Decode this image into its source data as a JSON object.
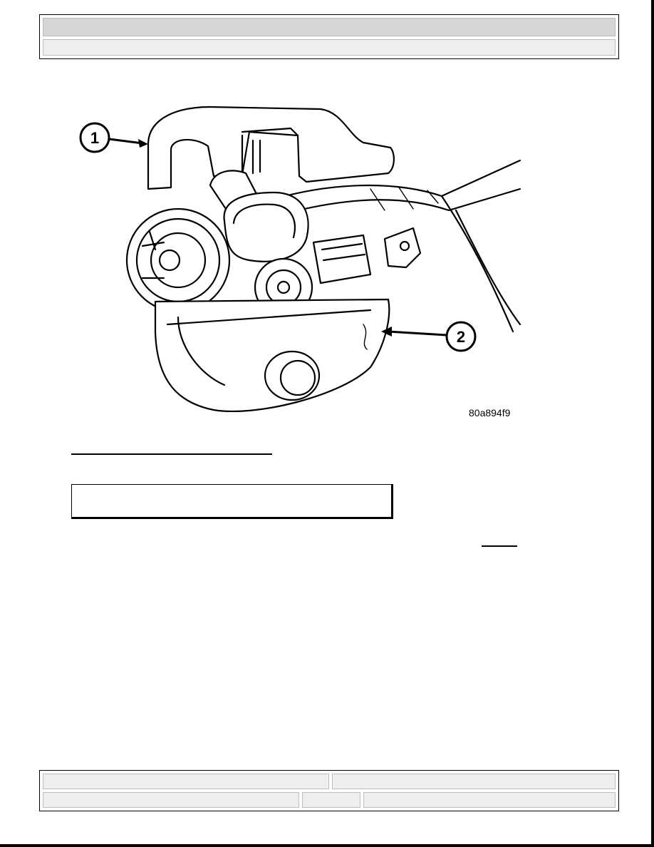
{
  "header": {
    "title": "",
    "subtitle": ""
  },
  "figure": {
    "callouts": [
      "1",
      "2"
    ],
    "figure_id": "80a894f9"
  },
  "body": {
    "link_text": "",
    "note_text": "",
    "link_text_2": ""
  },
  "footer": {
    "left_top": "",
    "right_top": "",
    "left_bottom": "",
    "mid_bottom": "",
    "right_bottom": ""
  }
}
